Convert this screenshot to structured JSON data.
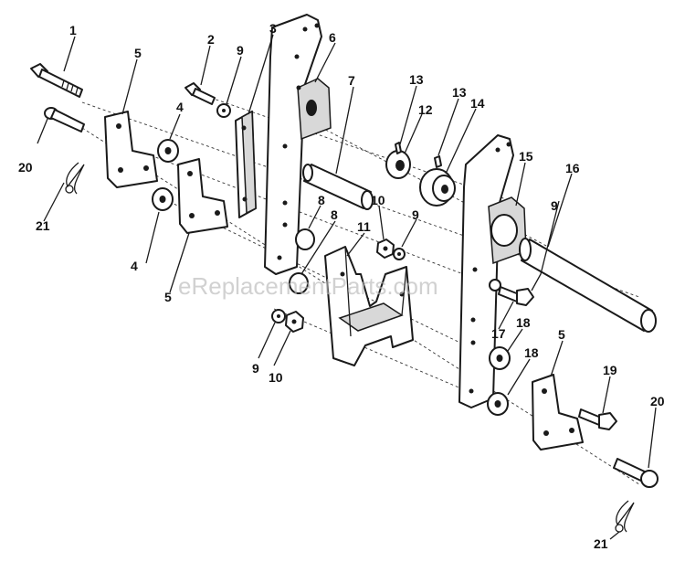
{
  "watermark": "eReplacementParts.com",
  "callouts": [
    "1",
    "2",
    "3",
    "4",
    "4",
    "5",
    "5",
    "5",
    "6",
    "7",
    "8",
    "8",
    "9",
    "9",
    "9",
    "9",
    "10",
    "10",
    "11",
    "12",
    "13",
    "13",
    "14",
    "15",
    "16",
    "17",
    "18",
    "18",
    "19",
    "20",
    "20",
    "21",
    "21"
  ]
}
